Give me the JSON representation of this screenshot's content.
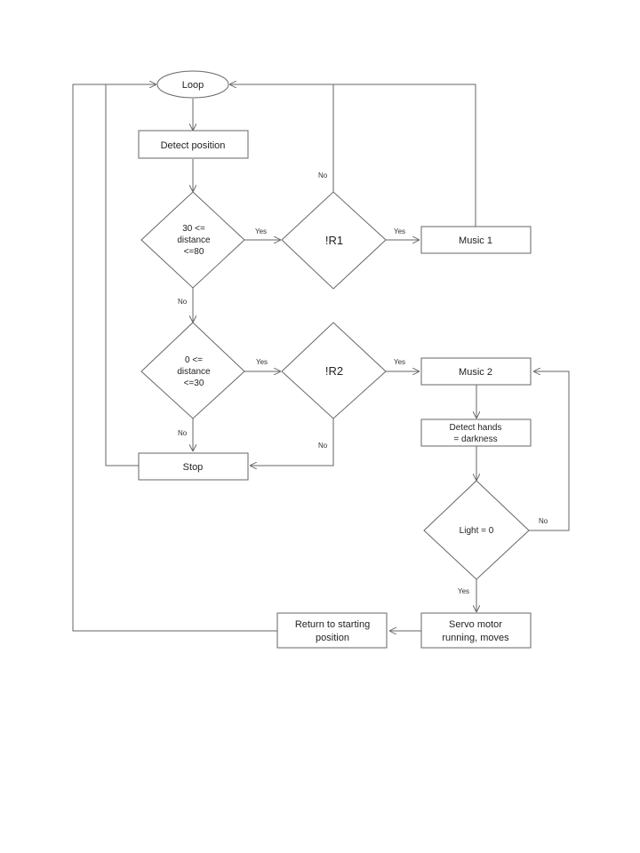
{
  "nodes": {
    "loop": "Loop",
    "detect_position": "Detect  position",
    "cond1": [
      "30 <=",
      "distance",
      "<=80"
    ],
    "r1": "!R1",
    "music1": "Music 1",
    "cond2": [
      "0 <=",
      "distance",
      "<=30"
    ],
    "r2": "!R2",
    "music2": "Music 2",
    "detect_hands": [
      "Detect hands",
      "= darkness"
    ],
    "stop": "Stop",
    "light": "Light = 0",
    "servo": [
      "Servo motor",
      "running, moves"
    ],
    "return": [
      "Return to starting",
      "position"
    ]
  },
  "edge_labels": {
    "yes": "Yes",
    "no": "No"
  },
  "colors": {
    "stroke": "#666666",
    "text": "#222222",
    "background": "#ffffff"
  }
}
